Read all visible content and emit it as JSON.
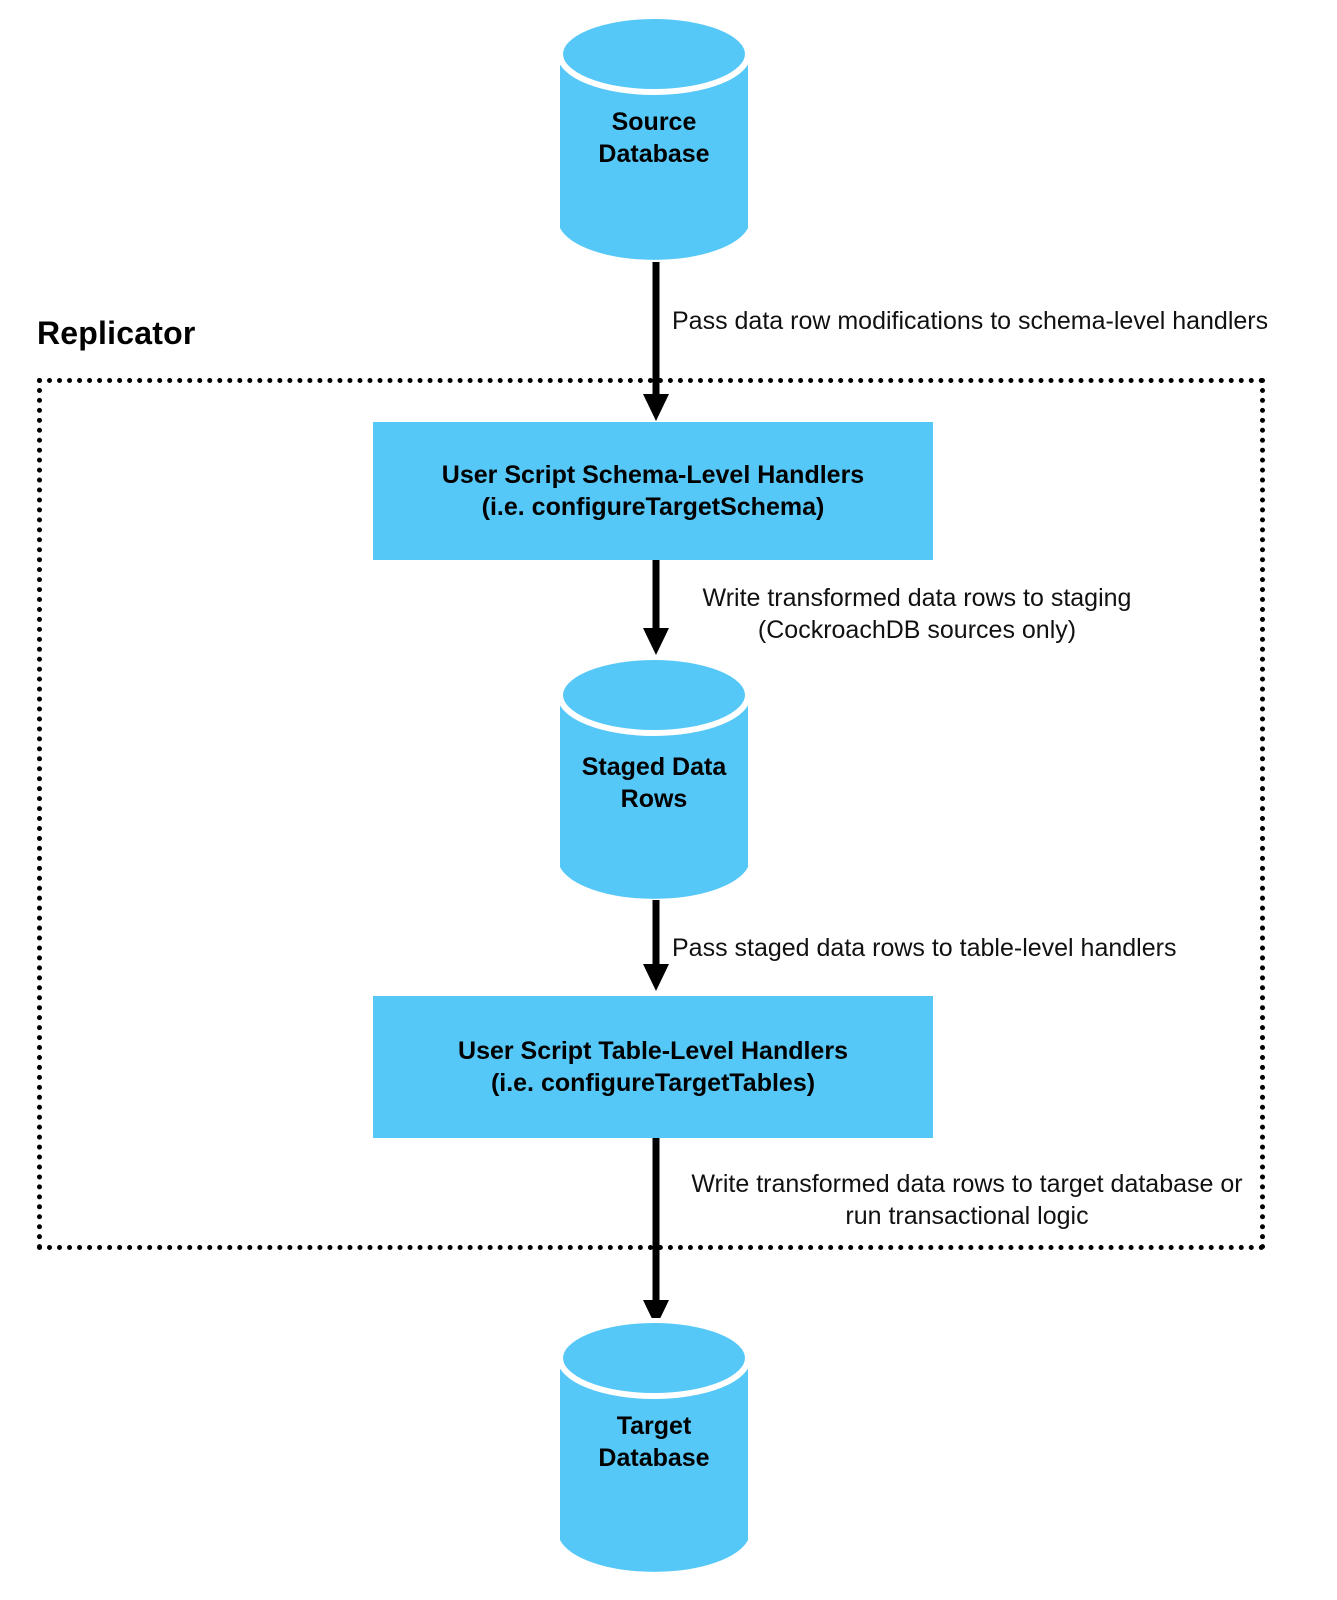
{
  "diagram": {
    "title": "Replicator",
    "accent_color": "#55C8F7",
    "line_color": "#000000",
    "background_color": "#FFFFFF",
    "nodes": {
      "source_database": {
        "label": "Source\nDatabase",
        "shape": "cylinder"
      },
      "schema_handlers": {
        "label": "User Script Schema-Level Handlers\n(i.e. configureTargetSchema)",
        "shape": "rectangle"
      },
      "staged_rows": {
        "label": "Staged Data\nRows",
        "shape": "cylinder"
      },
      "table_handlers": {
        "label": "User Script Table-Level Handlers\n(i.e. configureTargetTables)",
        "shape": "rectangle"
      },
      "target_database": {
        "label": "Target\nDatabase",
        "shape": "cylinder"
      }
    },
    "edges": [
      {
        "id": "edge-source-to-schema",
        "from": "source_database",
        "to": "schema_handlers",
        "label": "Pass data row modifications to schema-level handlers"
      },
      {
        "id": "edge-schema-to-staged",
        "from": "schema_handlers",
        "to": "staged_rows",
        "label": "Write transformed data rows to staging\n(CockroachDB sources only)"
      },
      {
        "id": "edge-staged-to-table",
        "from": "staged_rows",
        "to": "table_handlers",
        "label": "Pass staged data rows to table-level handlers"
      },
      {
        "id": "edge-table-to-target",
        "from": "table_handlers",
        "to": "target_database",
        "label": "Write transformed data rows to target database or\nrun transactional logic"
      }
    ]
  }
}
